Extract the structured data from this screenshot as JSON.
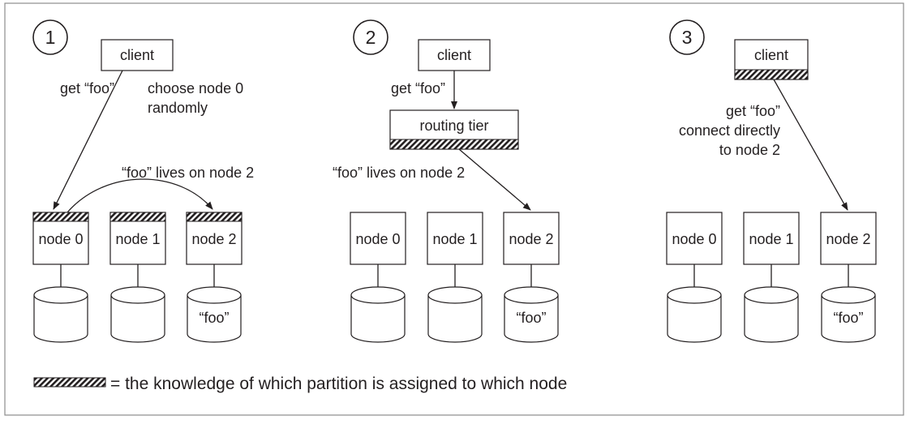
{
  "diagram": {
    "panels": [
      {
        "number": "1",
        "client": "client",
        "request_label": "get “foo”",
        "note_lines": [
          "choose node 0",
          "randomly"
        ],
        "forward_label": "“foo” lives on node 2",
        "nodes": [
          "node 0",
          "node 1",
          "node 2"
        ],
        "disk_labels": [
          "",
          "",
          "“foo”"
        ]
      },
      {
        "number": "2",
        "client": "client",
        "request_label": "get “foo”",
        "router": "routing tier",
        "forward_label": "“foo” lives on node 2",
        "nodes": [
          "node 0",
          "node 1",
          "node 2"
        ],
        "disk_labels": [
          "",
          "",
          "“foo”"
        ]
      },
      {
        "number": "3",
        "client": "client",
        "request_lines": [
          "get “foo”",
          "connect directly",
          "to node 2"
        ],
        "nodes": [
          "node 0",
          "node 1",
          "node 2"
        ],
        "disk_labels": [
          "",
          "",
          "“foo”"
        ]
      }
    ],
    "legend": "= the knowledge of which partition is assigned to which node"
  }
}
